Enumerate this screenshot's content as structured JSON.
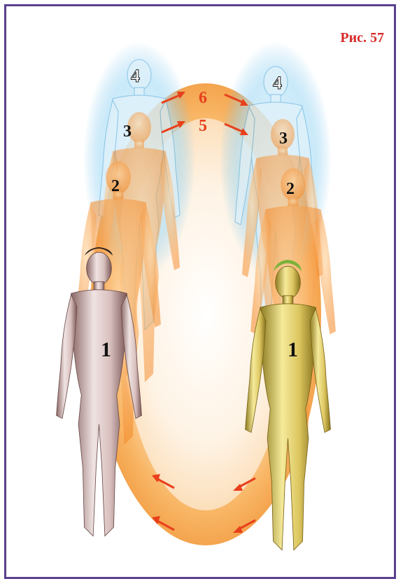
{
  "figure_caption": "Рис. 57",
  "male_labels": [
    "1",
    "2",
    "3",
    "4"
  ],
  "female_labels": [
    "1",
    "2",
    "3",
    "4"
  ],
  "arc_labels": [
    "6",
    "5"
  ],
  "colors": {
    "border": "#5b3f8e",
    "caption": "#d62a2a",
    "arrow": "#e8401c",
    "glow_orange": "#f7a34a",
    "glow_blue": "#7cc6ee",
    "male_skin": "#c9a9a6",
    "female_skin": "#d9c25a"
  },
  "icons": [
    "up-right-arrow",
    "down-right-arrow",
    "down-left-arrow",
    "up-left-arrow"
  ]
}
